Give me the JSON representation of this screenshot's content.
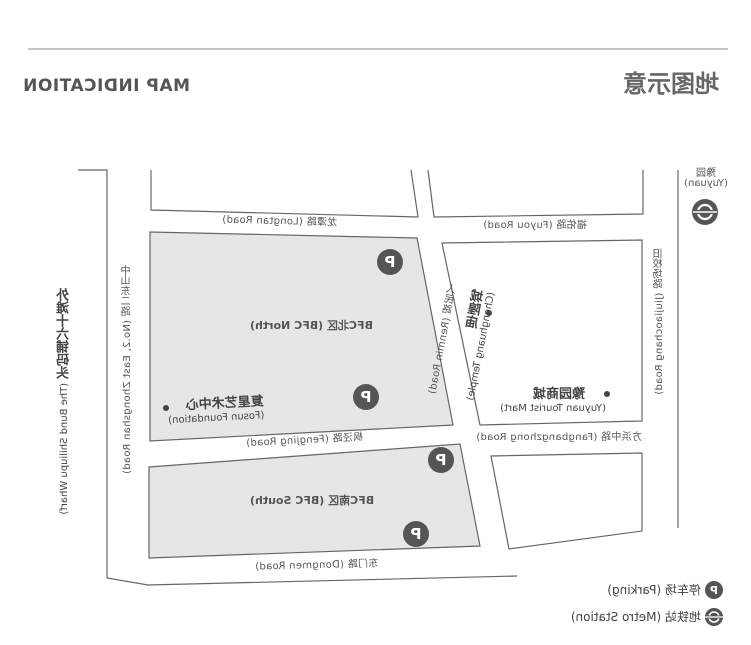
{
  "header": {
    "title_en": "MAP INDICATION",
    "title_cn": "地图示意"
  },
  "roads": {
    "longtan": "龙潭路 (Longtan Road)",
    "fuyou": "福佑路 (Fuyou Road)",
    "renmin": "人民路 (Renmin Road)",
    "jiujiaochang": "旧校场路 (Jiujiaochang Road)",
    "zhongshan": "中山东二路 (No.2, East Zhongshan Road)",
    "fengjing": "枫泾路 (Fengjing Road)",
    "fangbang": "方浜中路 (Fangbangzhong Road)",
    "dongmen": "东门路 (Dongmen Road)"
  },
  "zones": {
    "north": "BFC北区 (BFC North)",
    "south": "BFC南区 (BFC South)"
  },
  "pois": {
    "chenghuang_cn": "城隍庙",
    "chenghuang_en": "(Chenghuang Temple)",
    "yuyuan_mart_cn": "豫园商城",
    "yuyuan_mart_en": "(Yuyuan Tourist Mart)",
    "fosun_cn": "复星艺术中心",
    "fosun_en": "(Fosun Foundation)",
    "bund_cn": "外滩十六铺码头",
    "bund_en": "(The Bund Shiliupu Wharf)",
    "metro_cn": "豫园",
    "metro_en": "(Yuyuan)"
  },
  "legend": {
    "parking": "停车场 (Parking)",
    "metro": "地铁站 (Metro Station)"
  },
  "icons": {
    "parking_glyph": "P",
    "parking": "parking-icon",
    "metro": "metro-icon"
  },
  "colors": {
    "block_fill": "#e6e6e6",
    "block_stroke": "#666666",
    "line": "#777777",
    "icon_fill": "#555555"
  }
}
